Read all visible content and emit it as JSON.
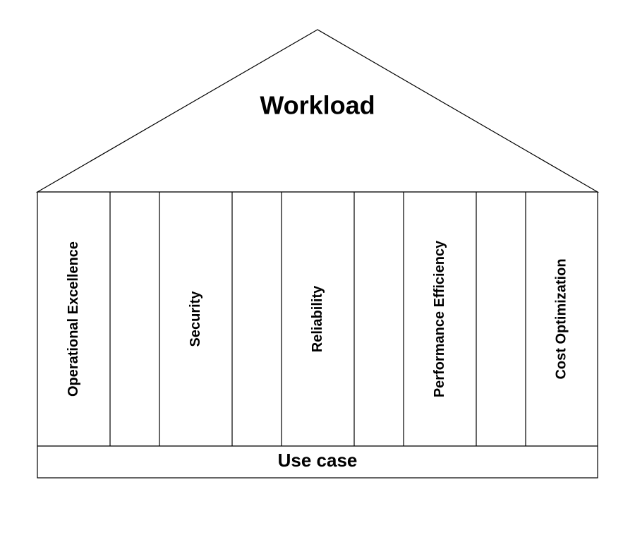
{
  "roof": {
    "title": "Workload"
  },
  "pillars": [
    {
      "label": "Operational Excellence"
    },
    {
      "label": "Security"
    },
    {
      "label": "Reliability"
    },
    {
      "label": "Performance Efficiency"
    },
    {
      "label": "Cost Optimization"
    }
  ],
  "base": {
    "label": "Use case"
  },
  "colors": {
    "stroke": "#000000",
    "fill": "#ffffff"
  }
}
